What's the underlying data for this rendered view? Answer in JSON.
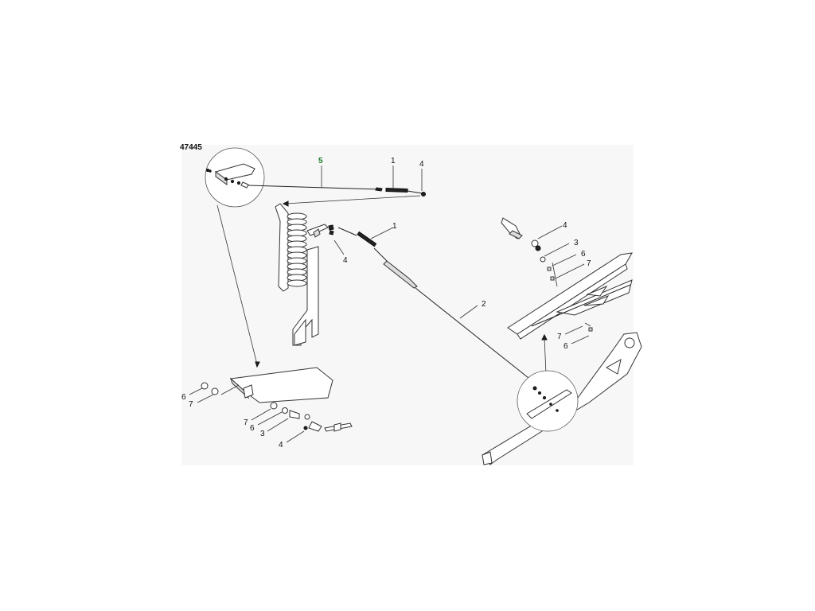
{
  "diagram": {
    "reference_number": "47445",
    "callouts": [
      {
        "id": "c-top-5",
        "text": "5",
        "highlight": true
      },
      {
        "id": "c-top-1",
        "text": "1"
      },
      {
        "id": "c-top-4",
        "text": "4"
      },
      {
        "id": "c-mid-1",
        "text": "1"
      },
      {
        "id": "c-mid-4",
        "text": "4"
      },
      {
        "id": "c-mid-2",
        "text": "2"
      },
      {
        "id": "c-r-4",
        "text": "4"
      },
      {
        "id": "c-r-3",
        "text": "3"
      },
      {
        "id": "c-r-6a",
        "text": "6"
      },
      {
        "id": "c-r-7a",
        "text": "7"
      },
      {
        "id": "c-r-7b",
        "text": "7"
      },
      {
        "id": "c-r-6b",
        "text": "6"
      },
      {
        "id": "c-bl-6a",
        "text": "6"
      },
      {
        "id": "c-bl-7a",
        "text": "7"
      },
      {
        "id": "c-bl-7b",
        "text": "7"
      },
      {
        "id": "c-bl-6b",
        "text": "6"
      },
      {
        "id": "c-bl-3",
        "text": "3"
      },
      {
        "id": "c-bl-4",
        "text": "4"
      }
    ]
  }
}
